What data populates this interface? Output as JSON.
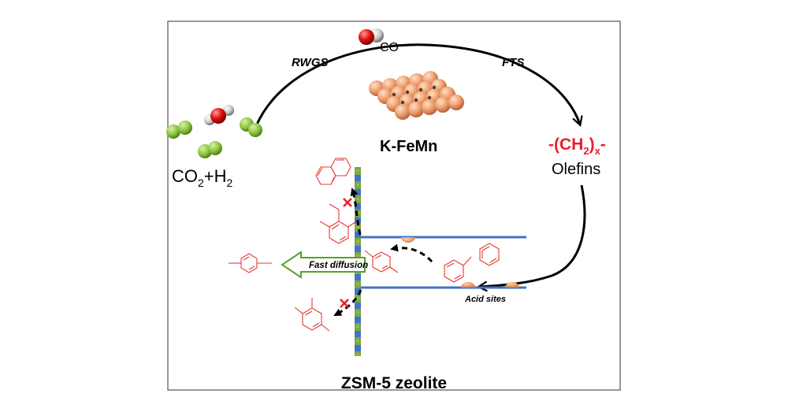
{
  "labels": {
    "co": "CO",
    "rwgs": "RWGS",
    "fts": "FTS",
    "catalyst": "K-FeMn",
    "reactants": {
      "co": "CO",
      "sub2": "2",
      "plus": "+H",
      "subH": "2"
    },
    "product_formula": {
      "pre": "-(CH",
      "sub": "2",
      "close": ")",
      "subx": "x",
      "post": "-"
    },
    "olefins": "Olefins",
    "fast_diffusion": "Fast diffusion",
    "acid_sites": "Acid sites",
    "zeolite": "ZSM-5 zeolite"
  },
  "colors": {
    "product_red": "#e8202a",
    "molecule_red": "#e53935",
    "pore_blue": "#4472c4",
    "wall_green": "#70ad47",
    "acid_orange": "#e8925a",
    "sphere_copper": "#f0a070",
    "h2_green": "#8cc63f",
    "arrow_green": "#5aa02c"
  }
}
